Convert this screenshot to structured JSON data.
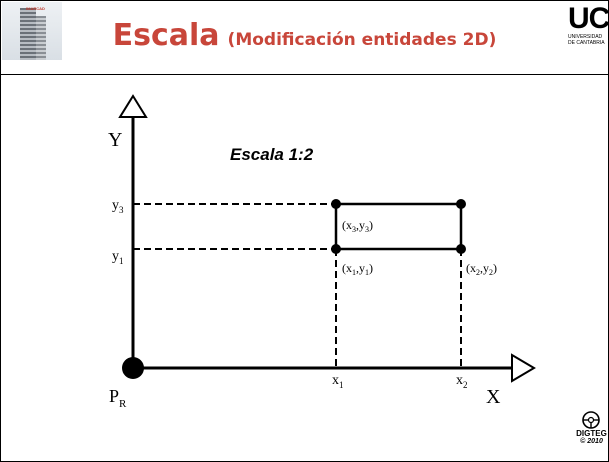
{
  "header": {
    "title_main": "Escala",
    "title_sub": "(Modificación entidades 2D)"
  },
  "logos": {
    "left_tag": "IMARCAD",
    "uc_letters": "UC",
    "uc_line1": "UNIVERSIDAD",
    "uc_line2": "DE CANTABRIA",
    "digteg_name": "DIGTEG",
    "digteg_year": "© 2010"
  },
  "diagram": {
    "scale_label": "Escala 1:2",
    "axis_y": "Y",
    "axis_x": "X",
    "origin_main": "P",
    "origin_sub": "R",
    "y3": {
      "base": "y",
      "sub": "3"
    },
    "y1": {
      "base": "y",
      "sub": "1"
    },
    "x1": {
      "base": "x",
      "sub": "1"
    },
    "x2": {
      "base": "x",
      "sub": "2"
    },
    "p3": {
      "open": "(x",
      "a": "3",
      "mid": ",y",
      "b": "3",
      "close": ")"
    },
    "p1": {
      "open": "(x",
      "a": "1",
      "mid": ",y",
      "b": "1",
      "close": ")"
    },
    "p2": {
      "open": "(x",
      "a": "2",
      "mid": ",y",
      "b": "2",
      "close": ")"
    }
  },
  "colors": {
    "title": "#c8463a",
    "ink": "#000000"
  }
}
